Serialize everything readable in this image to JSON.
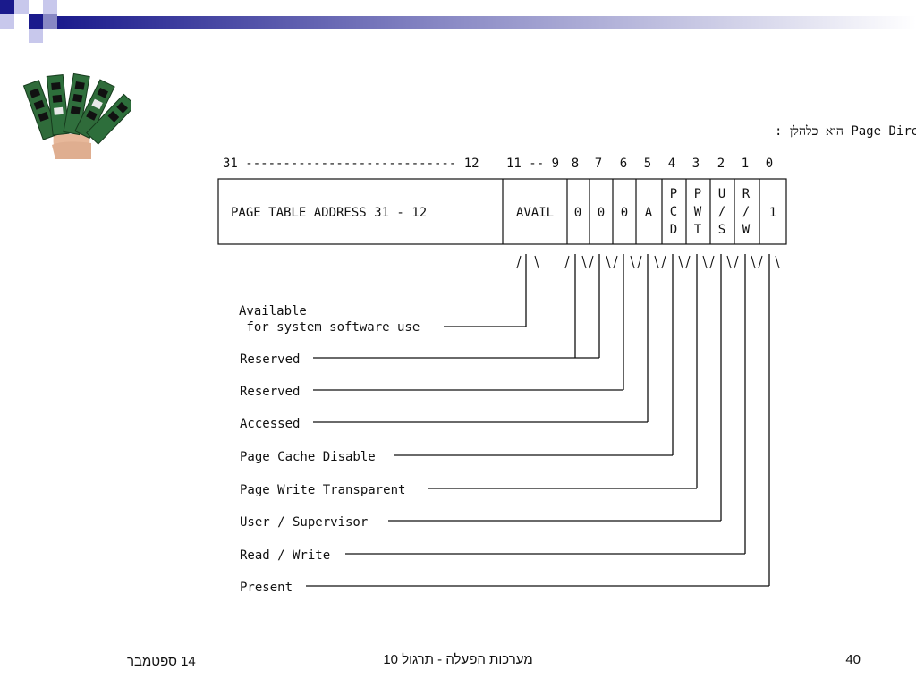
{
  "slide": {
    "title": "מבנה כניסה ב-Page Directory הוא כלהלן :",
    "bit_numbers": {
      "range_left": "31 ---------------------------- 12",
      "avail_range": "11 -- 9",
      "b8": "8",
      "b7": "7",
      "b6": "6",
      "b5": "5",
      "b4": "4",
      "b3": "3",
      "b2": "2",
      "b1": "1",
      "b0": "0"
    },
    "fields": {
      "address": "PAGE TABLE ADDRESS 31 - 12",
      "avail": "AVAIL",
      "f8": "0",
      "f7": "0",
      "f6": "0",
      "f5": "A",
      "pcd": [
        "P",
        "C",
        "D"
      ],
      "pwt": [
        "P",
        "W",
        "T"
      ],
      "us": [
        "U",
        "/",
        "S"
      ],
      "rw": [
        "R",
        "/",
        "W"
      ],
      "f0": "1"
    },
    "labels": {
      "available_1": "Available",
      "available_2": " for system software use",
      "reserved_1": "Reserved",
      "reserved_2": "Reserved",
      "accessed": "Accessed",
      "pcd": "Page Cache Disable",
      "pwt": "Page Write Transparent",
      "us": "User / Supervisor",
      "rw": "Read / Write",
      "present": "Present"
    }
  },
  "footer": {
    "date": "14 ספטמבר",
    "course": "מערכות הפעלה - תרגול 10",
    "page": "40"
  },
  "colors": {
    "header_dark": "#1a1a8c",
    "header_light": "#c8c8ec",
    "lines": "#111111"
  }
}
